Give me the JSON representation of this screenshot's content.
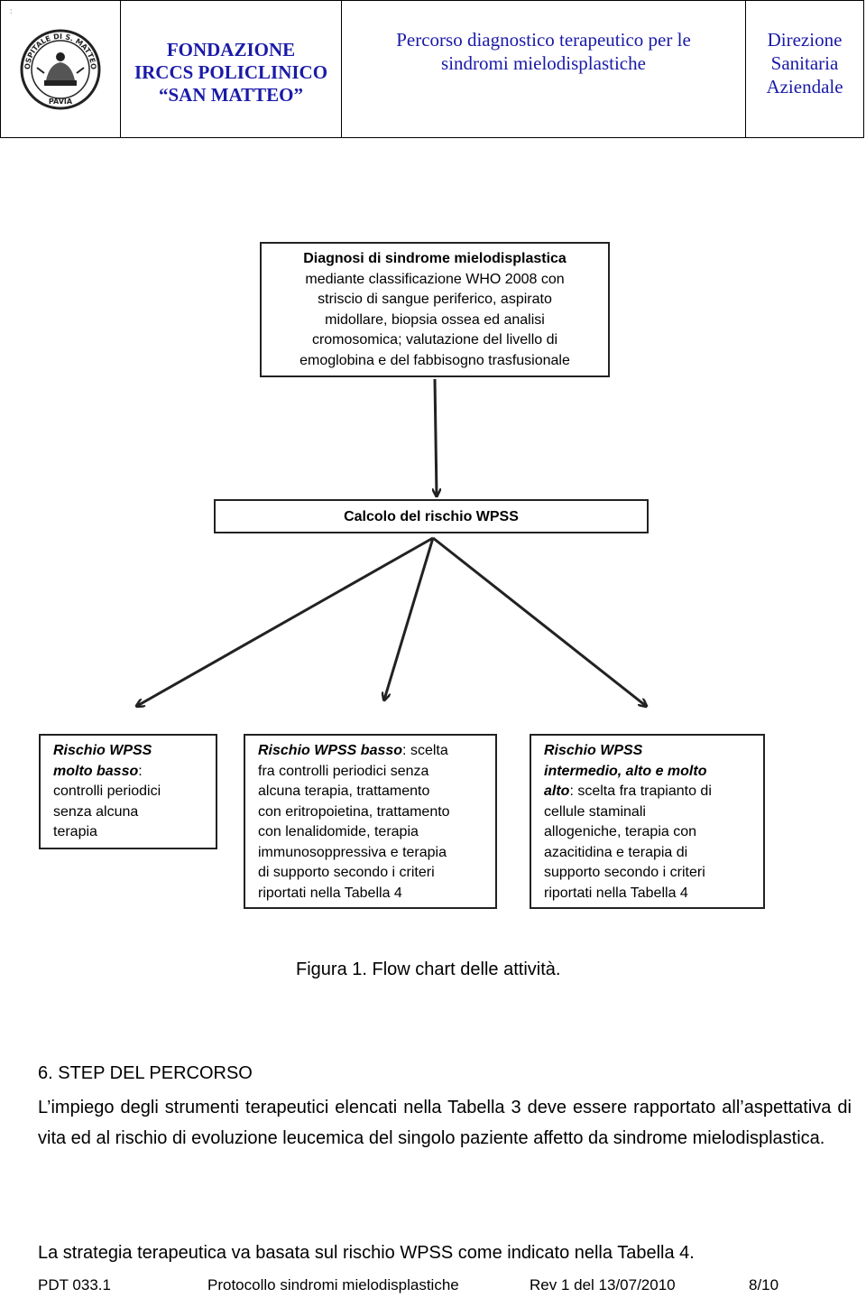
{
  "header": {
    "corner_mark": ":",
    "logo": {
      "icon": "hospital-seal-icon",
      "text": [
        "OSPITALE DI S. MATTEO",
        "PAVIA"
      ]
    },
    "foundation_lines": [
      "FONDAZIONE",
      "IRCCS POLICLINICO",
      "“SAN MATTEO”"
    ],
    "title_lines": [
      "Percorso diagnostico terapeutico per le",
      "sindromi mielodisplastiche"
    ],
    "direction_lines": [
      "Direzione",
      "Sanitaria",
      "Aziendale"
    ],
    "accent_color": "#1a1aa8"
  },
  "flowchart": {
    "diagnosis": {
      "title": "Diagnosi di sindrome mielodisplastica",
      "lines": [
        "mediante classificazione WHO 2008 con",
        "striscio di sangue periferico, aspirato",
        "midollare, biopsia ossea ed analisi",
        "cromosomica; valutazione del livello di",
        "emoglobina e del fabbisogno trasfusionale"
      ]
    },
    "calc": {
      "label": "Calcolo del rischio WPSS"
    },
    "risk_very_low": {
      "title_lines": [
        "Rischio WPSS",
        "molto basso"
      ],
      "title_suffix": ":",
      "lines": [
        "controlli periodici",
        "senza alcuna",
        "terapia"
      ]
    },
    "risk_low": {
      "title": "Rischio WPSS basso",
      "first_line_suffix": ": scelta",
      "lines": [
        "fra controlli periodici senza",
        "alcuna terapia, trattamento",
        "con eritropoietina, trattamento",
        "con  lenalidomide, terapia",
        "immunosoppressiva e terapia",
        "di supporto secondo i criteri",
        "riportati nella Tabella 4"
      ]
    },
    "risk_high": {
      "title_lines": [
        "Rischio WPSS",
        "intermedio, alto e molto",
        "alto"
      ],
      "third_line_suffix": ": scelta fra trapianto di",
      "lines": [
        "cellule staminali",
        "allogeniche, terapia con",
        "azacitidina e terapia di",
        "supporto secondo i criteri",
        "riportati nella Tabella 4"
      ]
    }
  },
  "caption": "Figura 1. Flow chart delle attività.",
  "section_title": "6. STEP DEL PERCORSO",
  "paragraph1": "L’impiego degli strumenti terapeutici elencati nella Tabella 3 deve essere rapportato all’aspettativa di vita ed al rischio di evoluzione leucemica del singolo paziente affetto da sindrome mielodisplastica.",
  "paragraph2": "La strategia terapeutica va basata sul rischio WPSS come indicato nella Tabella 4.",
  "footer": {
    "code": "PDT 033.1",
    "protocol": "Protocollo sindromi mielodisplastiche",
    "revision": "Rev 1 del 13/07/2010",
    "page": "8/10"
  }
}
